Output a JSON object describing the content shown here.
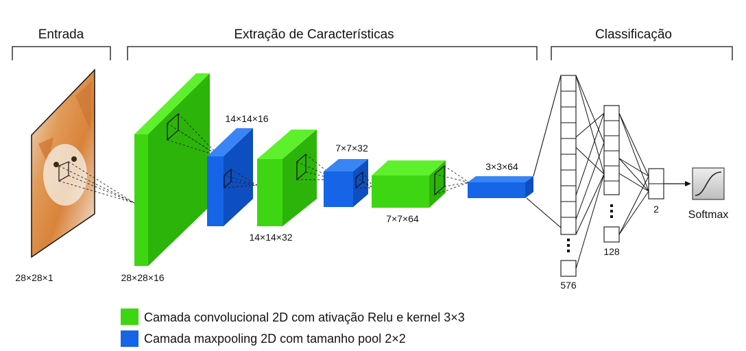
{
  "sections": {
    "input": "Entrada",
    "features": "Extração de Características",
    "classification": "Classificação"
  },
  "dims": {
    "input": "28×28×1",
    "conv1": "28×28×16",
    "pool1": "14×14×16",
    "conv2": "14×14×32",
    "pool2": "7×7×32",
    "conv3": "7×7×64",
    "pool3": "3×3×64",
    "flatten": "576",
    "dense": "128",
    "output": "2"
  },
  "softmax_label": "Softmax",
  "legend": {
    "conv": "Camada convolucional 2D com ativação Relu e kernel 3×3",
    "pool": "Camada maxpooling 2D com tamanho pool 2×2"
  },
  "colors": {
    "conv_front": "#3ed613",
    "conv_side": "#2cb40a",
    "conv_top": "#5ef02c",
    "pool_front": "#1565e6",
    "pool_side": "#0d4fc0",
    "pool_top": "#3a85f5",
    "line": "#111111"
  },
  "icons": {
    "input_image": "cat-photo",
    "softmax": "sigmoid-curve-icon"
  }
}
